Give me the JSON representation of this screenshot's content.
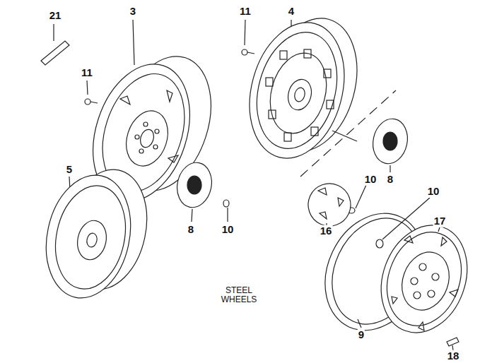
{
  "diagram": {
    "labels": [
      "21",
      "3",
      "11",
      "4",
      "11",
      "5",
      "10",
      "8",
      "10",
      "8",
      "10",
      "16",
      "17",
      "STEEL WHEELS",
      "9",
      "18"
    ]
  }
}
